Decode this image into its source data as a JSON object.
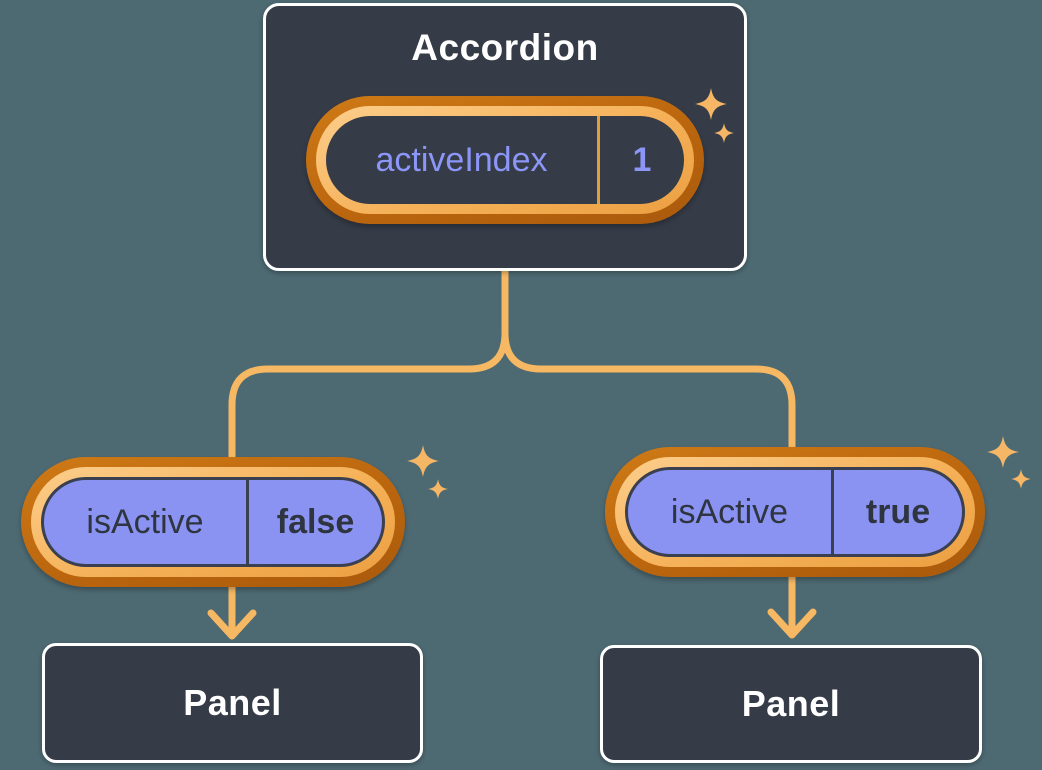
{
  "accordion": {
    "title": "Accordion",
    "state": {
      "name": "activeIndex",
      "value": "1"
    }
  },
  "children": [
    {
      "state": {
        "name": "isActive",
        "value": "false"
      },
      "panel_label": "Panel"
    },
    {
      "state": {
        "name": "isActive",
        "value": "true"
      },
      "panel_label": "Panel"
    }
  ],
  "icons": {
    "sparkle": "four-point-star"
  },
  "colors": {
    "background": "#4D6972",
    "node_fill": "#353B47",
    "node_border": "#FFFFFF",
    "text_light": "#FFFFFF",
    "text_dark": "#2F3540",
    "purple_fill": "#8A93F2",
    "purple_text": "#8C96F7",
    "pill_outline": "#3A4050",
    "orange_ring_light": "#F5B158",
    "orange_ring_dark": "#BB660E",
    "divider_orange": "#DFA040",
    "connector": "#F6B863",
    "sparkle": "#F5B765"
  }
}
